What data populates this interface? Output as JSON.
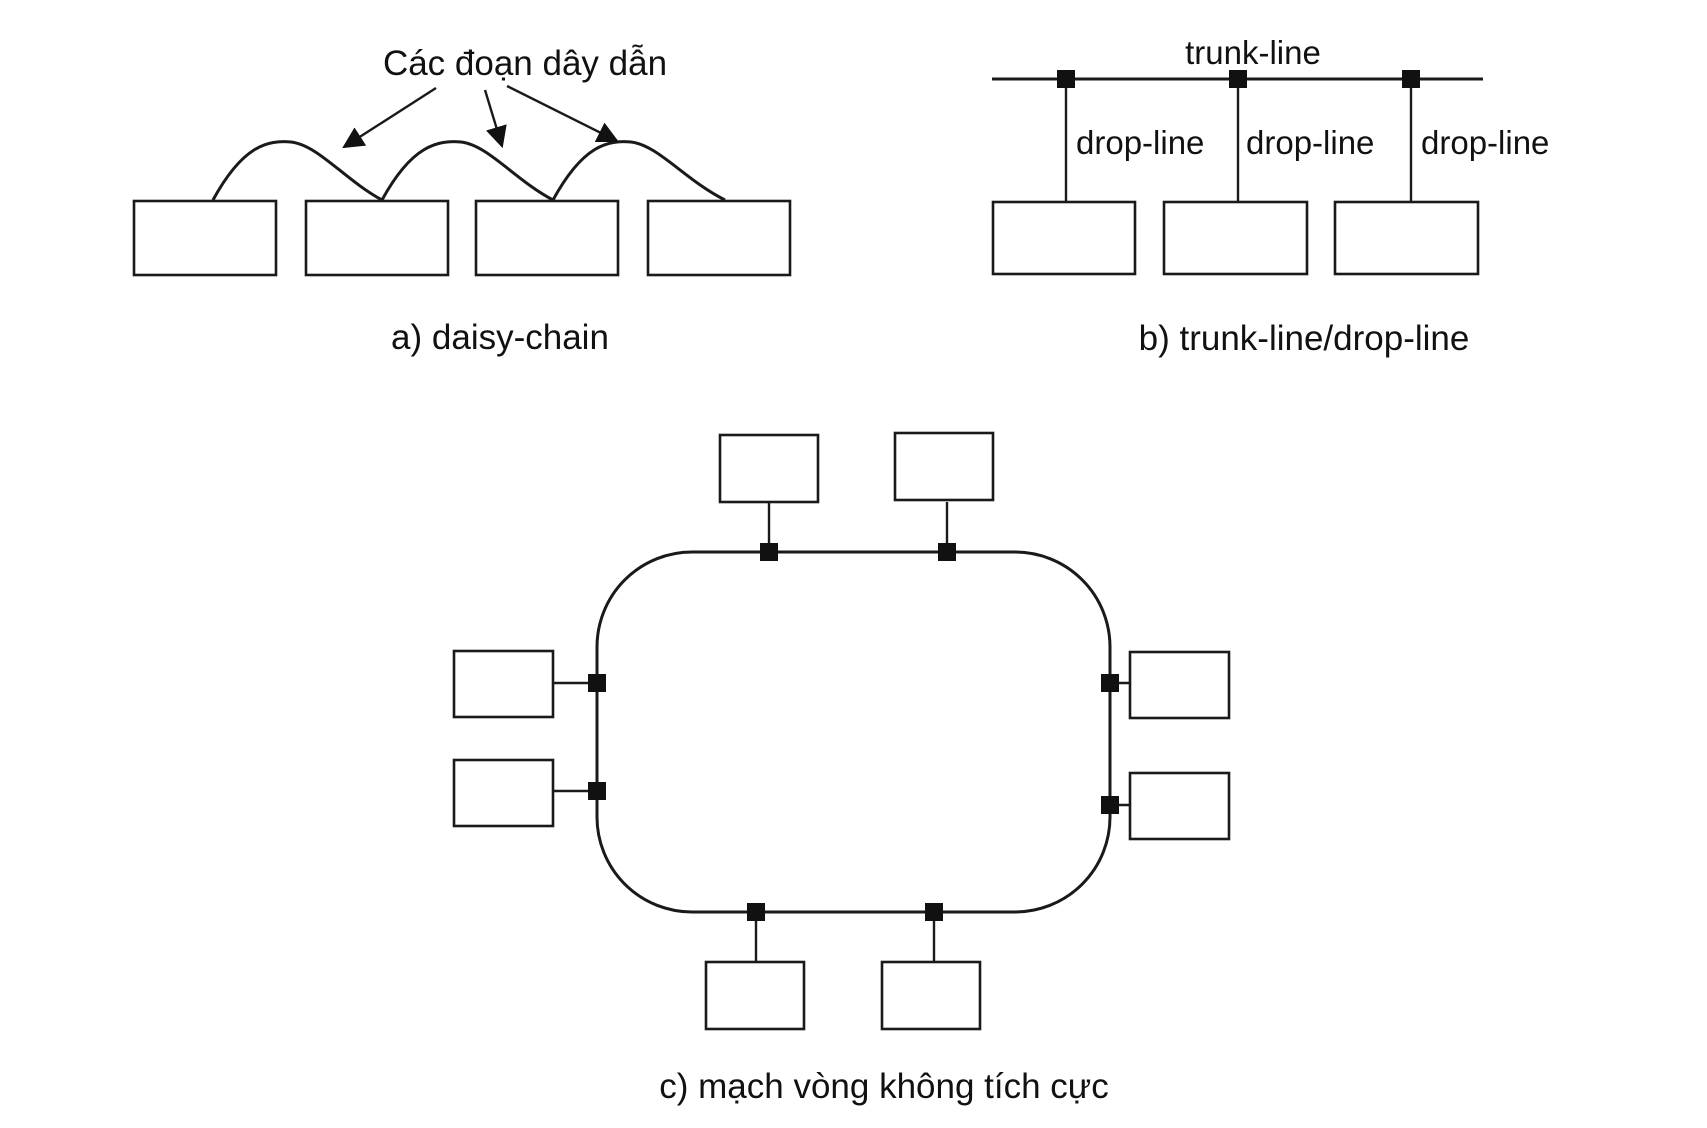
{
  "panel_a": {
    "annotation": "Các đoạn dây dẫn",
    "caption": "a) daisy-chain"
  },
  "panel_b": {
    "trunk_label": "trunk-line",
    "drop_labels": [
      "drop-line",
      "drop-line",
      "drop-line"
    ],
    "caption": "b) trunk-line/drop-line"
  },
  "panel_c": {
    "caption": "c) mạch vòng không tích cực"
  },
  "colors": {
    "line": "#1a1a1a",
    "node": "#111111",
    "background": "#ffffff"
  }
}
